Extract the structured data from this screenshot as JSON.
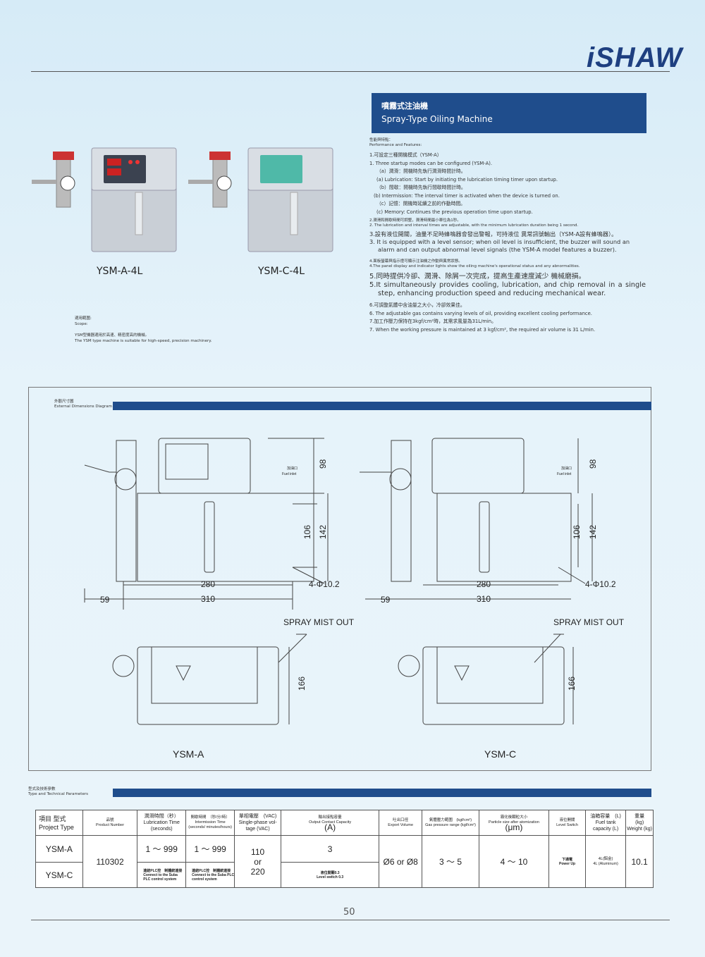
{
  "brand": "iSHAW",
  "title": {
    "zh": "噴霧式注油機",
    "en": "Spray-Type Oiling Machine"
  },
  "features": {
    "heading_zh": "性能與特點：",
    "heading_en": "Performance and Features:",
    "item1_zh": "1.可設定三種開機模式（YSM-A）",
    "item1_en": "1. Three startup modes can be configured (YSM-A).",
    "item1a_zh": "（a）潤滑：開機時先執行潤滑時間計時。",
    "item1a_en": "(a) Lubrication: Start by initiating the lubrication timing timer upon startup.",
    "item1b_zh": "（b）間歇：開機時先執行間歇時間計時。",
    "item1b_en": "(b) Intermission: The interval timer is activated when the device is turned on.",
    "item1c_zh": "（c）記憶：開機時延續之前的作動時間。",
    "item1c_en": "(c) Memory: Continues the previous operation time upon startup.",
    "item2_zh": "2.潤滑和間歇時間可調整，潤滑時間最小單位為1秒。",
    "item2_en": "2. The lubrication and interval times are adjustable, with the minimum lubrication duration being 1 second.",
    "item3_zh": "3.設有液位開關，油量不足時蜂鳴器會發出警報，可持液位 異常訊號輸出（YSM-A設有蜂鳴器）。",
    "item3_en": "3. It is equipped with a level sensor; when oil level is insufficient, the buzzer will sound an alarm and can output abnormal level signals (the YSM-A model features a buzzer).",
    "item4_zh": "4.面板螢幕與指示燈可顯示注油機之作動與異常狀態。",
    "item4_en": "4.The panel display and indicator lights show the oiling machine's operational status and any abnormalities.",
    "item5_zh": "5.同時提供冷卻、潤滑、除屑一次完成，提高生產速度減少 機械磨損。",
    "item5_en": "5.It simultaneously provides cooling, lubrication, and chip removal in a single step, enhancing production speed and reducing mechanical wear.",
    "item6_zh": "6.可調整氣體中含油量之大小，冷卻效果佳。",
    "item6_en": "6. The adjustable gas contains varying levels of oil, providing excellent cooling performance.",
    "item7_zh": "7.加工作壓力保持在3kgf/cm²時，其需求風量為31L/min。",
    "item7_en": "7. When the working pressure is maintained at 3 kgf/cm², the required air volume is 31 L/min."
  },
  "products": {
    "a": "YSM-A-4L",
    "c": "YSM-C-4L"
  },
  "scope": {
    "heading_zh": "適用範圍:",
    "heading_en": "Scope:",
    "text_zh": "YSM型機器適用於高速、精密度高的機械。",
    "text_en": "The YSM type machine is suitable for high-speed, precision machinery."
  },
  "dimensions": {
    "label_zh": "外觀尺寸圖",
    "label_en": "External Dimensions Diagram",
    "fuel_inlet_zh": "加油口",
    "fuel_inlet_en": "Fuel inlet",
    "d98": "98",
    "d106": "106",
    "d142": "142",
    "d280": "280",
    "d310": "310",
    "d59": "59",
    "holes": "4-Φ10.2",
    "spray": "SPRAY MIST OUT",
    "d166": "166",
    "model_a": "YSM-A",
    "model_c": "YSM-C"
  },
  "spec": {
    "label_zh": "型式及技術參數",
    "label_en": "Type and Technical Parameters",
    "headers": {
      "type_zh": "項目  型式",
      "type_en": "Project Type",
      "pn_zh": "品號",
      "pn_en": "Product Number",
      "lub_zh": "潤滑時間（秒）",
      "lub_en": "Lubrication Time (seconds)",
      "int_zh": "間歇時間　（秒/分/時）",
      "int_en": "Intermission Time (seconds/ minutes/hours)",
      "volt_zh": "單相電壓　(VAC)",
      "volt_en": "Single-phase vol- tage (VAC)",
      "out_zh": "輸出接點容量",
      "out_en": "Output Contact Capacity",
      "out_unit": "(A)",
      "exp_zh": "吐出口徑",
      "exp_en": "Export Volume",
      "gas_zh": "氣體壓力範圍　(kgf/cm²)",
      "gas_en": "Gas pressure range (kgf/cm²)",
      "part_zh": "霧化後顆粒大小",
      "part_en": "Particle size after atomization",
      "part_unit": "(μm)",
      "lvl_zh": "液位開關",
      "lvl_en": "Level Switch",
      "tank_zh": "油箱容量　(L)",
      "tank_en": "Fuel tank capacity (L)",
      "wt_zh": "重量",
      "wt_unit": "(kg)",
      "wt_en": "Weight (kg)"
    },
    "rows": {
      "a": "YSM-A",
      "c": "YSM-C",
      "pn": "110302",
      "lub": "1 ～ 999",
      "int": "1 ～ 999",
      "plc_zh": "連結PLC控　制體統連接",
      "plc_en": "Connect to the Suba PLC control system",
      "volt1": "110",
      "volt_or": "or",
      "volt2": "220",
      "out": "3",
      "lvl_zh": "液位開關0.3",
      "lvl_en": "Level switch 0.3",
      "exp": "Ø6 or Ø8",
      "gas": "3 ～ 5",
      "part": "4 ～ 10",
      "sw_zh": "下通電",
      "sw_en": "Power Up",
      "tank_zh": "4L(鋁金)",
      "tank_en": "4L (Aluminum)",
      "wt": "10.1"
    }
  },
  "page": "50",
  "colors": {
    "accent": "#1f4d8c",
    "background": "#dff0f8"
  }
}
